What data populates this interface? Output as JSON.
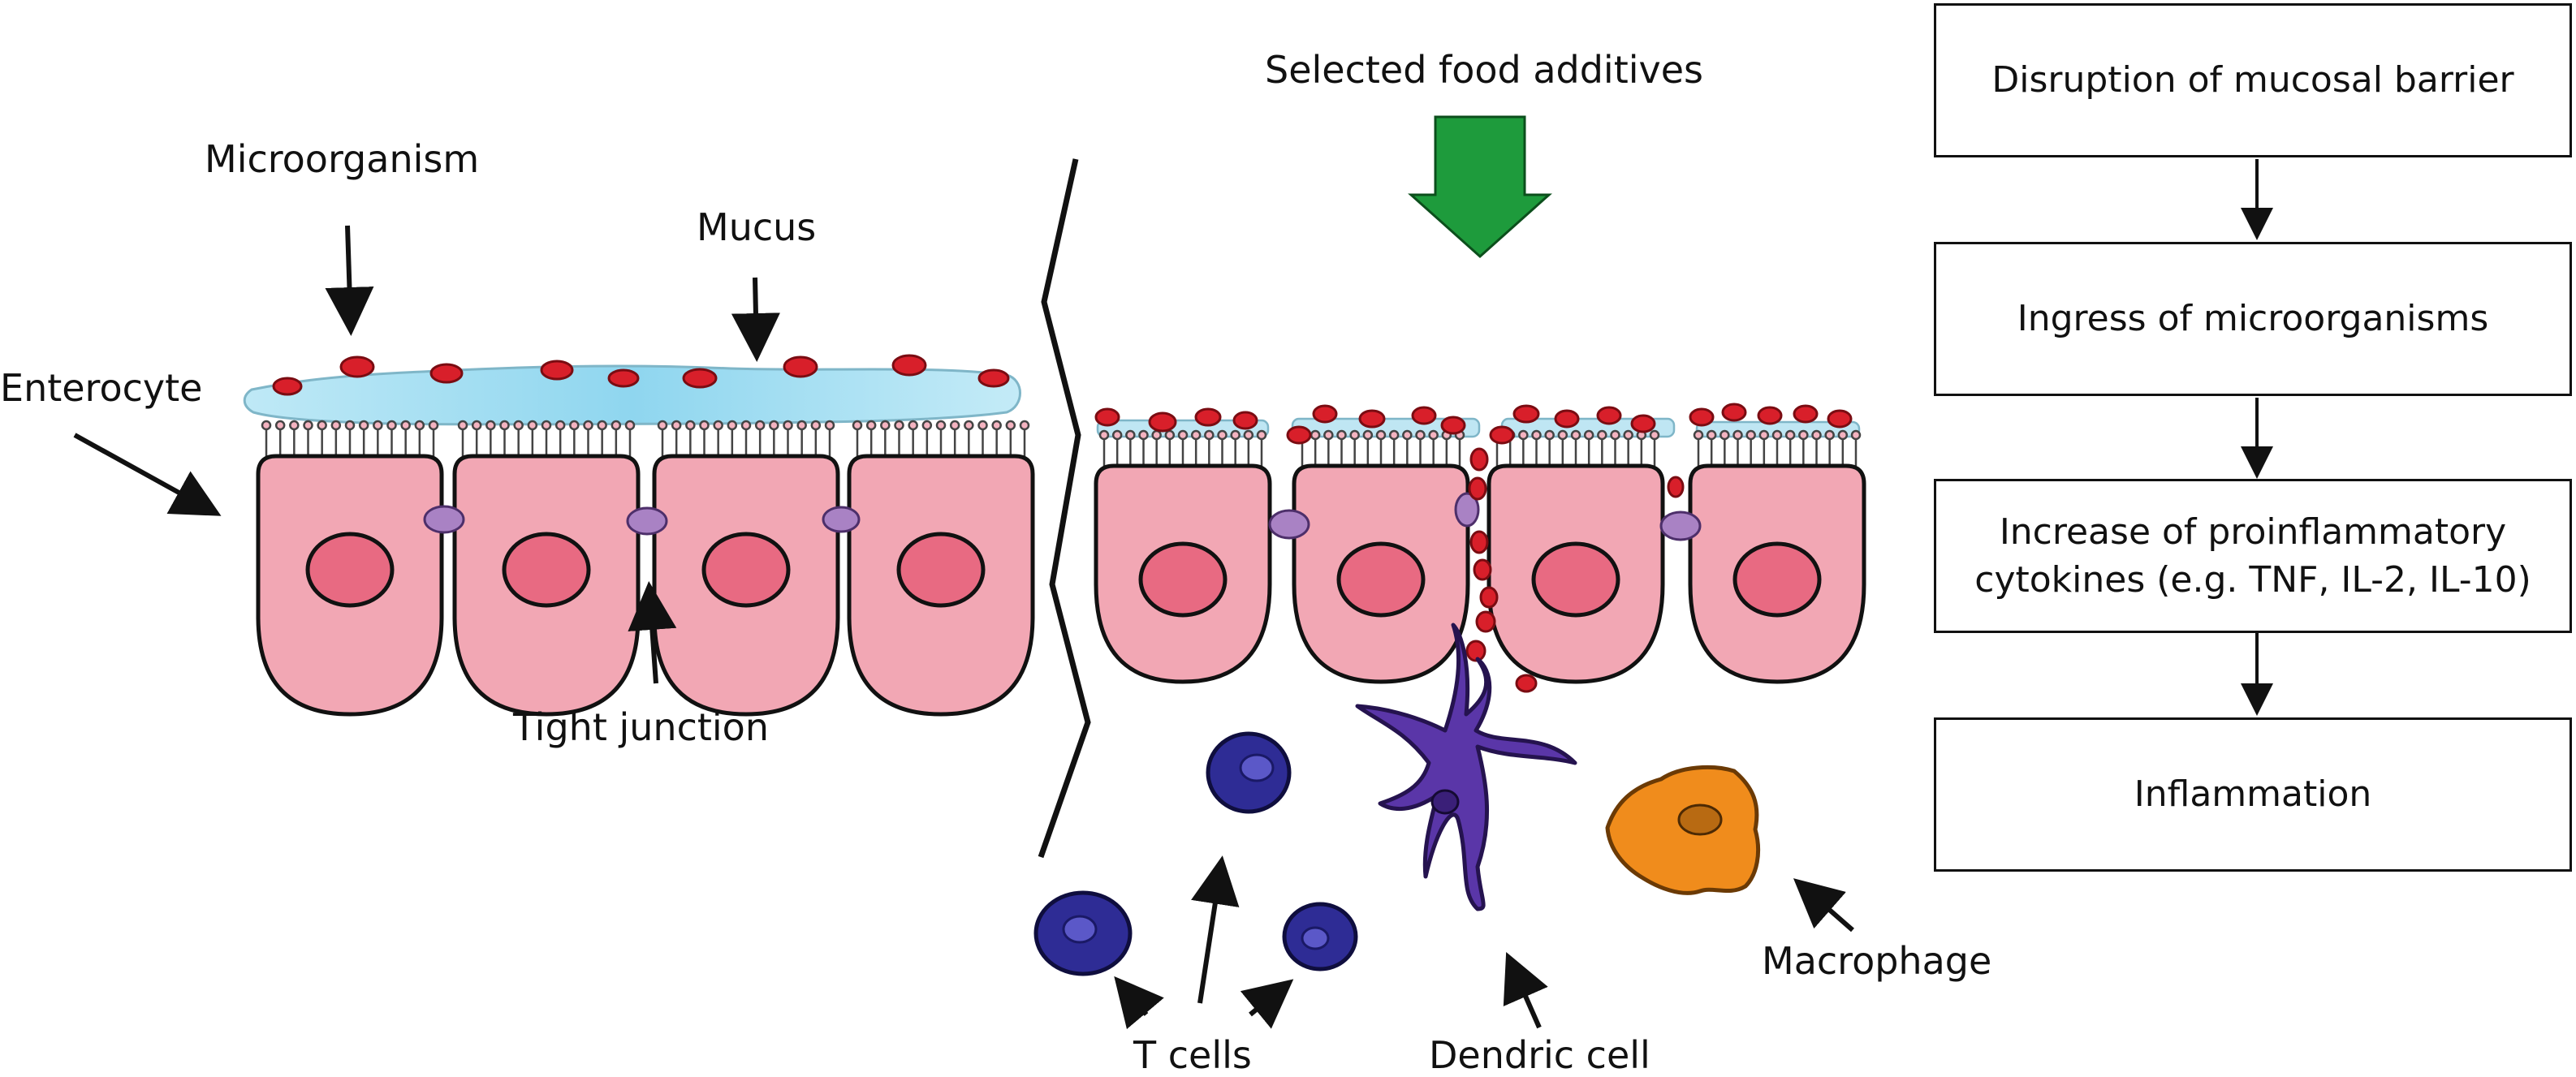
{
  "labels": {
    "microorganism": "Microorganism",
    "mucus": "Mucus",
    "enterocyte": "Enterocyte",
    "tight_junction": "Tight junction",
    "food_additives": "Selected food additives",
    "t_cells": "T cells",
    "dendritic_cell": "Dendric cell",
    "macrophage": "Macrophage"
  },
  "flow": {
    "steps": [
      "Disruption of mucosal barrier",
      "Ingress of microorganisms",
      "Increase of proinflammatory\ncytokines (e.g. TNF, IL-2, IL-10)",
      "Inflammation"
    ]
  },
  "colors": {
    "cell_fill": "#f2a7b4",
    "nucleus_fill": "#e86a82",
    "mucus_fill": "#a9dff0",
    "microbe_fill": "#d81f2a",
    "junction_fill": "#a982c4",
    "tcell_fill": "#2e2c95",
    "dendritic_fill": "#5a36a8",
    "macrophage_fill": "#f08c1c",
    "arrow_green": "#1e9b3c"
  }
}
